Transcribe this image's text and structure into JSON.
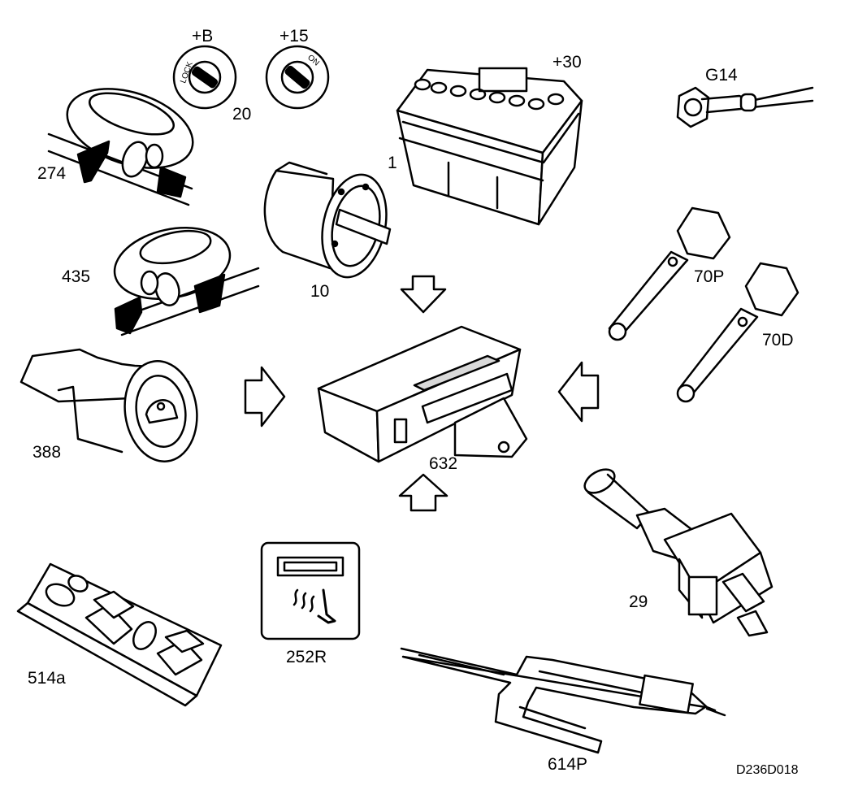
{
  "labels": {
    "plus_b": "+B",
    "plus_15": "+15",
    "plus_30": "+30",
    "g14": "G14",
    "c20": "20",
    "c274": "274",
    "c1": "1",
    "c435": "435",
    "c10": "10",
    "c70p": "70P",
    "c70d": "70D",
    "c388": "388",
    "c632": "632",
    "c29": "29",
    "c252r": "252R",
    "c514a": "514a",
    "c614p": "614P",
    "drawing_id": "D236D018"
  },
  "switch_marks": {
    "lock": "LOCK",
    "on": "ON"
  },
  "colors": {
    "ink": "#000000",
    "paper": "#ffffff",
    "shade": "#d9d9d9"
  }
}
